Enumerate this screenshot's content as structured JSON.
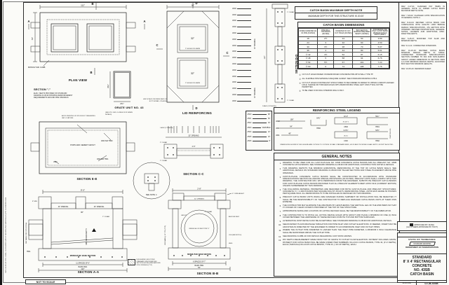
{
  "sheet": {
    "not_to_scale": "NOT TO SCALE",
    "margin_text": "REV. 10-05-20  STD. DWG. D-CB-43SB  CATCH BASINS AND MANHOLES (PT)  D-CB43SB.DGN"
  },
  "markers": {
    "a": "A",
    "b": "B",
    "c": "C",
    "d": "D"
  },
  "plan": {
    "title": "PLAN VIEW",
    "monolithic_curb": "MONOLITHIC CURB",
    "dim_w": "112\"",
    "dim_h": "64\""
  },
  "section_star": {
    "title": "SECTION \"-\"",
    "note": "ELEV. VIEW IS PROVIDED ON STANDARD DRAWING D-CB-99 SHOWING REINFORCEMENT REQUIREMENTS AROUND PIPE OPENINGS"
  },
  "grate": {
    "title": "GRATE UNIT NO. 43",
    "dim": "26¾\""
  },
  "lid": {
    "title": "LID REINFORCING",
    "opening": "32\"",
    "ledge": "2\" LEDGE FOR GRATE",
    "a502_note": "A502 (PLACE ON INSIDE FACE OF BOTTOM MAT, 4 PLACES)",
    "dim_w": "66\""
  },
  "lid_strip": {
    "bars": [
      "A500",
      "A500",
      "A500",
      "A500",
      "A500",
      "A500",
      "A500",
      "A500",
      "A500",
      "A500",
      "A500",
      "A500",
      "A500",
      "A500",
      "A500",
      "A500"
    ],
    "opening_label": "32\" OPENING"
  },
  "dd": {
    "title": "SECTION D-D",
    "clear1": "1\" CLEAR",
    "clear2": "2\" CLEAR",
    "bars": "2-A501 (3 PLACES)",
    "dim": "112\""
  },
  "max_depth": {
    "title": "CATCH BASIN MAXIMUM DEPTH NOTE",
    "body": "MAXIMUM DEPTH FOR THIS STRUCTURE IS 20.00'"
  },
  "dim_table": {
    "title": "CATCH BASIN DIMENSIONS",
    "columns": [
      "INSIDE DIAMETER (D) OF PIPE (INCHES)",
      "PIPE WALL THICKNESS (INCHES)",
      "DIAMETER OF CUT-OUT HOLES (INCHES)",
      "BOX SECTION MINIMUM REQUIRED HEIGHT (INCHES)",
      "FOR DESIGN USE ONLY: CATCH BASIN MINIMUM DESIGN DEPTH (FEET)"
    ],
    "rows": [
      [
        "18",
        "2½",
        "24",
        "50",
        "3.89"
      ],
      [
        "24",
        "3",
        "32",
        "60",
        "4.50"
      ],
      [
        "30",
        "3½",
        "38",
        "70",
        "5.07"
      ],
      [
        "36",
        "4",
        "44",
        "80",
        "5.61"
      ],
      [
        "② 42",
        "4½",
        "52",
        "87",
        "6.15"
      ],
      [
        "② 48",
        "5",
        "58",
        "94",
        "6.76"
      ],
      [
        "② 54",
        "5½",
        "67",
        "101",
        "7.24"
      ],
      [
        "② 60",
        "6",
        "74",
        "108",
        "7.76"
      ]
    ],
    "footnotes": [
      {
        "num": "①",
        "text": "CUT-OUT HOLES BASED ON REINFORCED CONCRETE PIPE WITH WALL TYPE \"B\"."
      },
      {
        "num": "②",
        "text": "ALL FLEXIBLE PIPE MATERIALS REQUIRE GASKET. SEE STANDARD DRAWING D-PB-2."
      },
      {
        "num": "③",
        "text": "CUT-OUT HOLES FOR PRECAST STRUCTURES TO BE FORMED IN ORDER TO OBTAIN A SMOOTH EDGED HOLE. SLEDGE OR TORCHED HOLES WITH REINFORCING STEEL LEFT UNCUT WILL NOT BE PERMITTED."
      },
      {
        "num": "④",
        "text": "TO BE USED IN 96 INCH INTERIOR WALLS ONLY."
      }
    ]
  },
  "revisions": [
    "REV. 2-27-01: CHANGED PAY ITEMS IN GENERAL NOTE 13; ADDED CATCH BASIN MAXIMUM DEPTH NOTE.",
    "REV. 7-29-02: CHANGED ASTM SPECIFICATION IN GENERAL NOTE 4.",
    "REV. 8-24-04: REVISED CATCH BASIN FOR COMPLIANCE WITH AASHTO LRFD BRIDGE DESIGN SPECIFICATIONS, 4TH EDITION WITH INTERIMS. REVISED PROPORTIONS, GENERAL NOTES, LEADERS AND ADDITIONAL MISC. DRAFTING EDITS.",
    "REV. 5-25-07: MODIFIED TOP SLAB AND MINIMUM DEPTH.",
    "REV. 3-11-11: CORRECTED INTERIORS.",
    "REV. 01-15-16: REVISED CATCH BASIN MINIMUM DESIGN DEPTH IN TABLE; CORRECTED STANDARD SPECIFICATIONS SECTION NUMBER TO 604 FOR NON-SHRINK GROUT; ADDED DIMENSION IN SECTION VIEW A-A FOR MINIMUM DESIGN DEPTH; ADJUSTED BOX SECTION MINIMUM HEIGHTS.",
    "REV. 10-05-20: REDRAWN SHEET."
  ],
  "bar_schedule": {
    "rows": [
      {
        "name": "A500",
        "dim": "96\""
      },
      {
        "name": "A501",
        "dim": "54\""
      },
      {
        "name": "A502",
        "dim": "34\""
      },
      {
        "name": "A503",
        "dim": "VARIABLE"
      },
      {
        "name": "A504",
        "dim": "12\""
      },
      {
        "name": "A505",
        "dim": "10\""
      },
      {
        "name": "A506",
        "dim": "9\""
      }
    ]
  },
  "steel_legend": {
    "title": "REINFORCING STEEL LEGEND",
    "note": "DIMENSIONS SHOWN IN THIS LEGEND ARE OUTSIDE TO OUTSIDE OF BAR. STANDARD BEND, HOOK AND TIE DETAILS SHALL APPLY, EXCEPT AS NOTED.",
    "bars": [
      {
        "name": "A502",
        "dim": "108\""
      },
      {
        "name": "A500",
        "dim": "94\""
      },
      {
        "name": "A501",
        "dim": "48\""
      },
      {
        "name": "H500",
        "dim": "64½\""
      },
      {
        "name": "U500",
        "dim": "10'-0\"",
        "dim2": "(9'-10½\")"
      },
      {
        "name": "L500",
        "dim": "9'-6½\"",
        "dim2": "(9'-4\")"
      },
      {
        "name": "H501",
        "dim": "50¼\""
      },
      {
        "name": "H502",
        "dim": "53½\"",
        "extra": "CRIMP ONE END"
      }
    ]
  },
  "general_notes": {
    "title": "GENERAL NOTES",
    "items": [
      {
        "num": "1.",
        "text": "DRAWING TO BE USED FOR ALL CAST-IN-PLACE NO. 43SB CONCRETE CATCH BASINS AND ALL PRECAST NO. 43SB CONCRETE CATCH BASINS. SEE STANDARD DRAWING E-CB-99 FOR ADDITIONAL CONSTRUCTION NOTES & DETAILS."
      },
      {
        "num": "2.",
        "text": "THIS DRAWING DEPICTS THE MINIMUM HORIZONTAL REINFORCING AT THE TOP OF CATCH BASIN WALLS. SEE ADDITIONAL DETAILS ON STANDARD DRAWING D-CB-99 FOR TALLER SECTIONS AND STEEL PLACEMENT ABOVE PIPE OPENINGS."
      },
      {
        "num": "3.",
        "text": "CAST-IN-PLACE CONCRETE CATCH BASINS SHALL BE CONSTRUCTED IN ACCORDANCE WITH STANDARD SPECIFICATIONS SECTION 611 AND/OR SPECIAL PROVISIONS (AS NOTED). PRECAST UNITS SHALL COMPLY WITH THIS DRAWING. THE CONTRACTOR MAY, WITH PERMISSION FROM THE ENGINEER, SUBSTITUTE PRECAST CATCH BASINS FOR CAST-IN-PLACE CATCH BASINS PROVIDED THAT ALL PRECAST ELEMENTS MEET ASTM C913 (CURRENT EDITION) UNLESS SUPERSEDED BY THIS DRAWING."
      },
      {
        "num": "4.",
        "text": "THE FOLLOWING MATERIAL PROPERTIES ARE REQUIRED FOR BOTH CAST-IN-PLACE AND PRECAST STRUCTURES: CONCRETE: f'c = 4,000 POUNDS PER SQUARE INCH AT 28 DAYS. REINFORCING STEEL: ASTM A615 GRADE 60 POUNDS PER SQUARE INCH. ALL REINFORCING IS TO BE INSTALLED AS DETAILED ON THIS DRAWING."
      },
      {
        "num": "5.",
        "text": "PRECAST CATCH BASIN UNITS WHICH ARE DAMAGED DURING SHIPMENT OR INSTALLATION WILL BE REJECTED. IT SHALL BE THE RESPONSIBILITY OF THE CONTRACTOR TO REPLACE DAMAGED CATCH BASIN UNITS AT THEIR OWN EXPENSE."
      },
      {
        "num": "6.",
        "text": "THE CONTRACTOR MAY ELIMINATE THE A502 BARS BY LENGTHENING THE VERTICAL LEG OF THE H500 BARS SO THAT 1½ INCHES OF CLEAR COVER IS PROVIDED AT THE TOP OF THE STRUCTURE."
      },
      {
        "num": "7.",
        "text": "APPROPRIATE SIZING AND LOCATION OF LIFTING DEVICES SHALL BE THE RESPONSIBILITY OF THE FABRICATOR."
      },
      {
        "num": "8.",
        "text": "THE CONTRACTOR IS TO PATCH ALL LIFTING DEVICE HOLES WITH GROUT AND PLACE A MINIMUM OF ONE (1) INCH COVER BETWEEN THE HARDWARE OF THESE DEVICES ON BOTH TOP AND BOTTOM SURFACES."
      },
      {
        "num": "9.",
        "text": "ALTERNATIVE JOINT DETAILS MAY BE ACCEPTABLE. SEE STANDARD DRAWING D-CB-99 FOR ADDITIONAL DETAILS."
      },
      {
        "num": "10.",
        "text": "SEE ROADWAY PLANS DRAINAGE TABULATION FOR PIPE INLET AND OUTLET ELEVATIONS. IF NEEDED, INVERT MAY BE ADJUSTED AS DIRECTED BY THE ENGINEER IN ORDER TO ACCOMMODATE INLET AND OUTLET PIPES."
      },
      {
        "num": "11.",
        "text": "WHERE THE OUTLET PIPE DIAMETER IS LARGER THAN THE INLET PIPE DIAMETER, A MINIMUM 6 INCH CLEARANCE SHALL BE MAINTAINED ABOVE THE OUTLET PIPE."
      },
      {
        "num": "12.",
        "text": "SEE DRAWING D-CBB-43 FOR DETAILS REGARDING CAST IRON GRATES."
      },
      {
        "num": "13.",
        "text": "PAY DEPTH MEASUREMENT MADE FROM TOP OF GRATE TO OUTLET FLOW ELEVATION. PAYMENT INCLUDES GRATE. PAYMENT FOR CATCH BASIN WILL BE MADE UNDER ITEM NUMBERS: 611-43.01 CATCH BASINS, TYPE 43, (0'-4' DEPTH), EACH (THROUGH) 611-43.05 CATCH BASINS, TYPE 43, (>16'-20' DEPTH), EACH."
      }
    ]
  },
  "ee": {
    "title": "SECTION E-E",
    "grate_note": "(SEE STD. DWG. D-CBB-43 FOR GRATE DETAILS)",
    "stacking": "AVOID STACKING OF SPLICES BY STAGGERING LAP LOCATIONS",
    "grout": "PORTLAND CEMENT GROUT",
    "a500h500": "A500 S/W H500",
    "a500h501": "A500 S/W H501",
    "u500": "U500"
  },
  "cc": {
    "title": "SECTION C-C",
    "clear2": "2\" CLEAR",
    "clear1": "1\" CLEAR",
    "a502": "1-A502 (2 PLACES)",
    "dim": "2'-6\"",
    "opening": "32\" OPENING"
  },
  "detail": {
    "note": "SEE NOTE ①"
  },
  "aa": {
    "title": "SECTION A-A",
    "dim_top": "8'-0\"",
    "opening": "32\" OPENING",
    "w96": "96\"",
    "clear2": "2\" CLEAR",
    "min_depth": "MIN. DESIGN DEPTH",
    "base": "MONOLITHIC BASE SECTION",
    "spaces": "11 SPACES OF 8\"",
    "bars": "BARS A501",
    "w112": "112\"",
    "h501": "H501",
    "cutout": "SEE TABLE FOR CUT-OUT DIA.",
    "min8": "8\" MIN."
  },
  "grout_legend": "NON-SHRINK GROUT PER STANDARD SPECIFICATIONS SECTION 604 REQUIRED AROUND PIPE OPENINGS (TYP.)",
  "bb": {
    "title": "SECTION B-B",
    "dim_top": "2'-8\"",
    "curb": "4\" CURB HEIGHT",
    "opening": "32\" OPENING",
    "grout": "GROUT",
    "clear2": "2\" CLEAR",
    "pipe": "INSIDE DIA. OF INLET PIPE \"D\"",
    "a503": "A503 S/W H502",
    "h500": "H500",
    "l500": "L500 (SEE NOTE 6)",
    "h500bars": "H500 BARS @ 12\" CTS. (TYP.)",
    "base": "MONOLITHIC BASE SECTION",
    "spaces": "6 SPACES OF 7\"",
    "bars": "BARS H501",
    "w54": "54\""
  },
  "title_block": {
    "approved1": "APPROVED BY FHWA",
    "approved2": "(ALL OTHERS APPROVED BY TDOT)",
    "state": "STATE OF TENNESSEE",
    "drawing_label": "STANDARD DRAWING",
    "dept": "DEPARTMENT OF TRANSPORTATION",
    "title1": "STANDARD",
    "title2": "8' X 4' RECTANGULAR",
    "title3": "CONCRETE",
    "title4": "NO. 43SB",
    "title5": "CATCH BASIN",
    "date": "10-26-1997",
    "number": "D-CB-43SB"
  }
}
